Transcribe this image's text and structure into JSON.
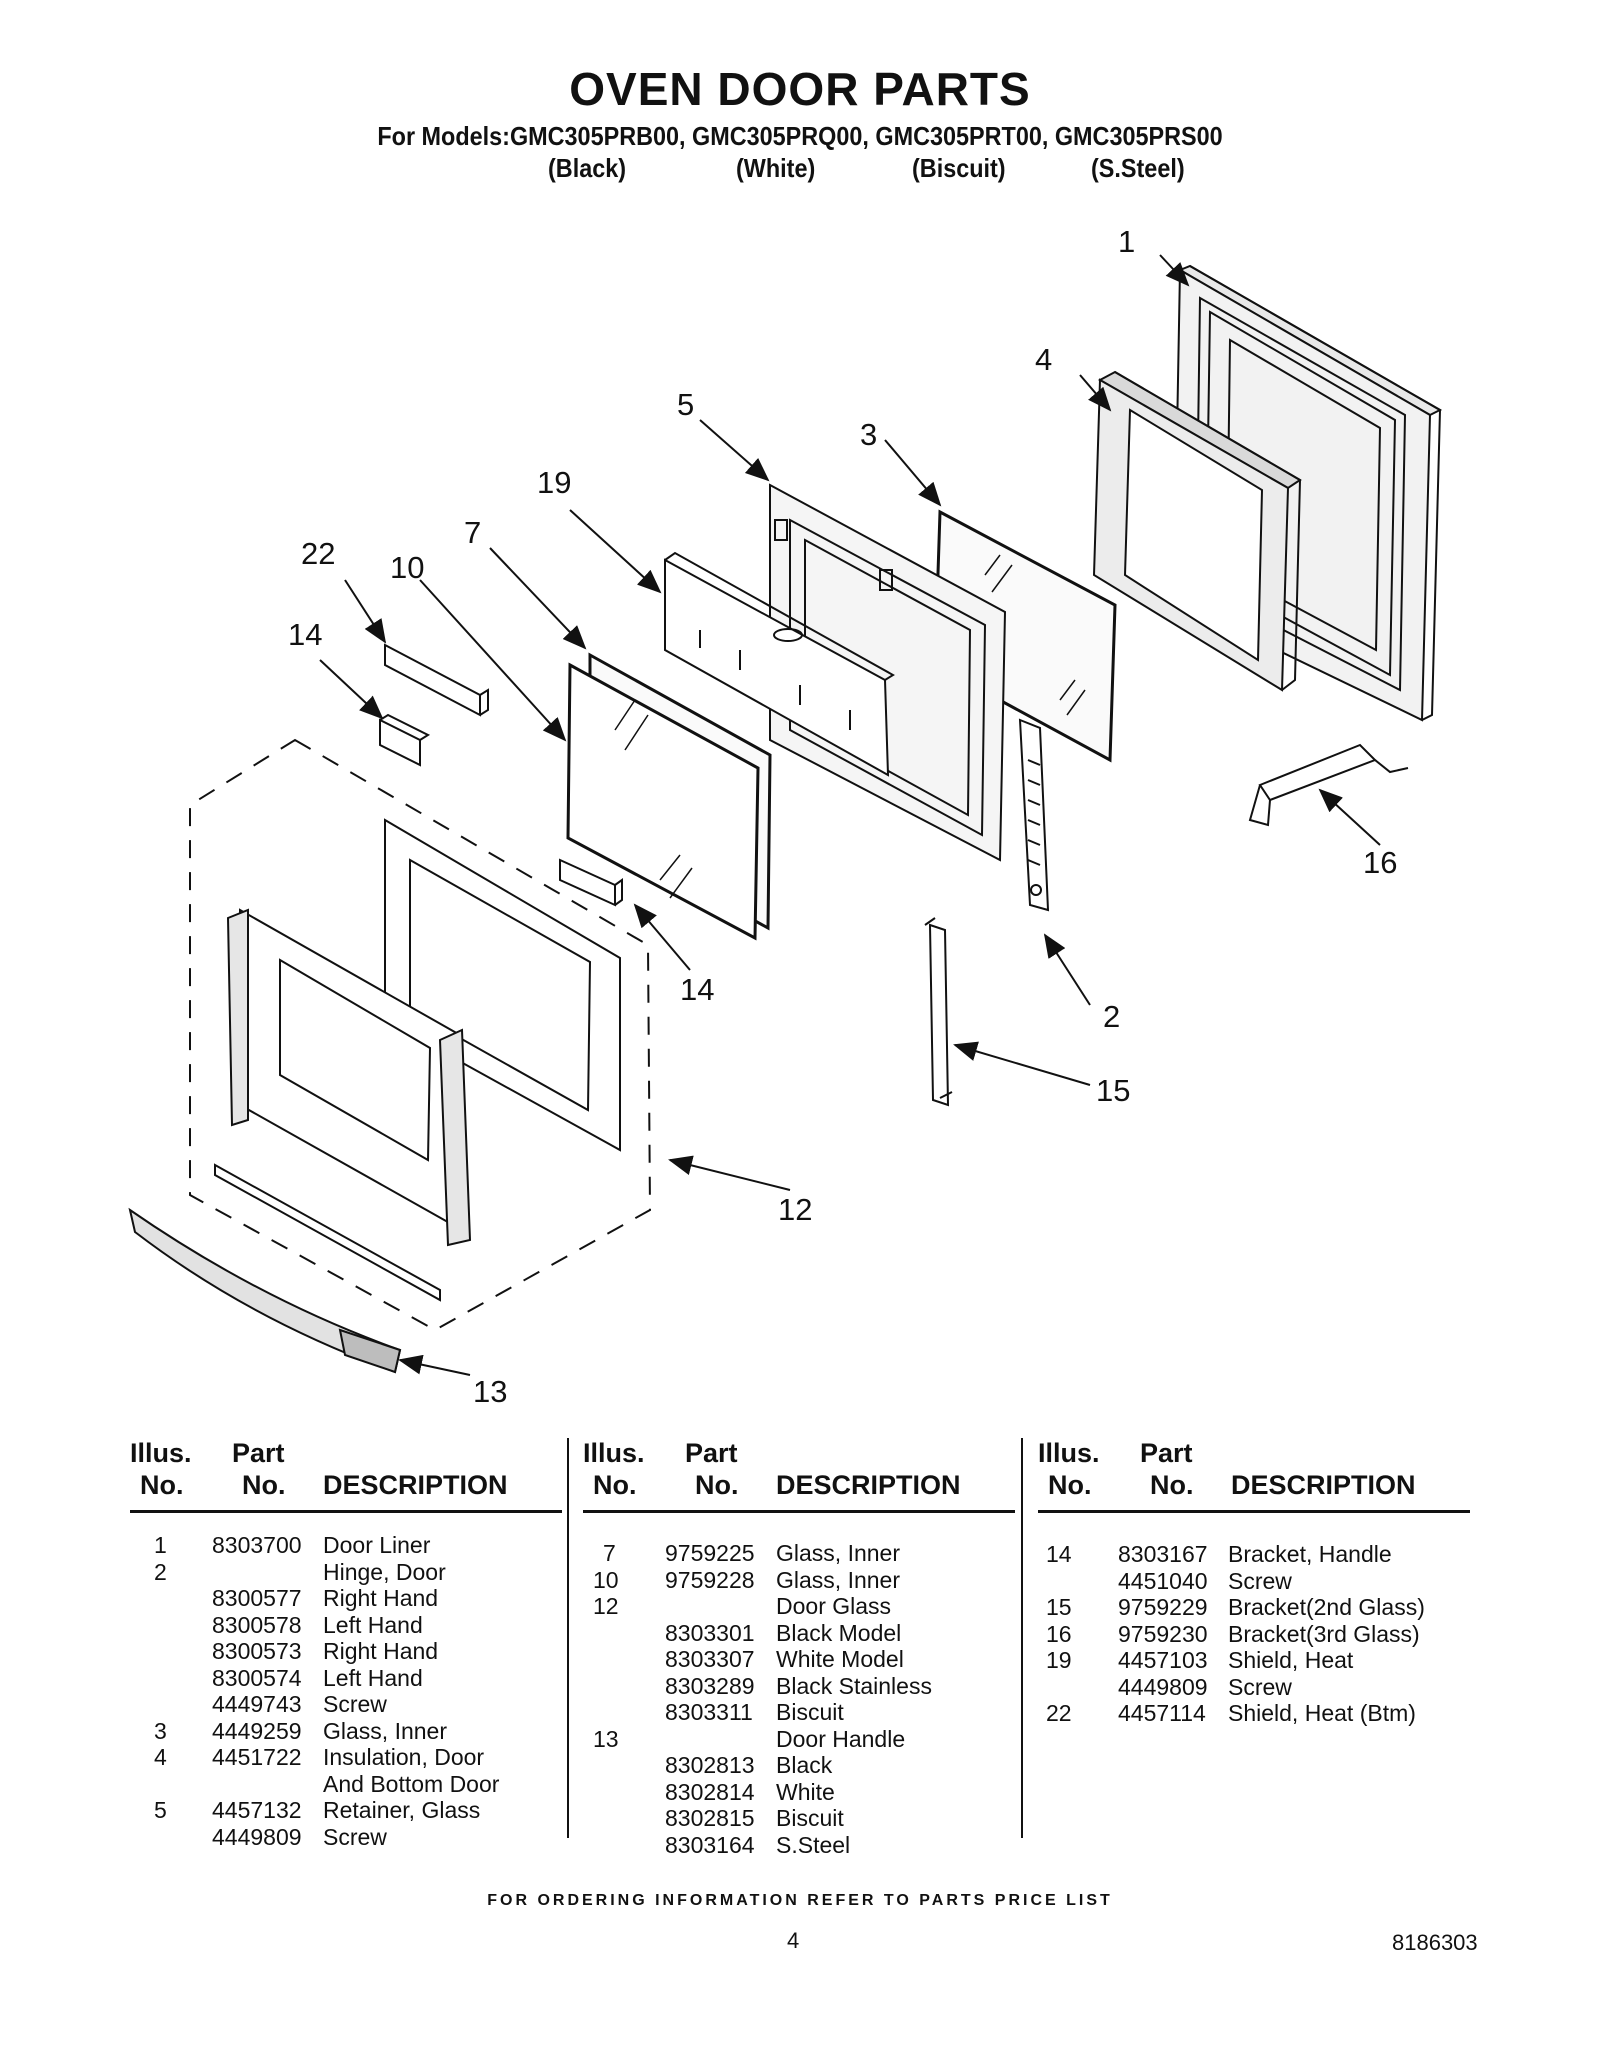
{
  "header": {
    "title": "OVEN DOOR PARTS",
    "models": "For Models:GMC305PRB00, GMC305PRQ00, GMC305PRT00, GMC305PRS00",
    "variants": [
      "(Black)",
      "(White)",
      "(Biscuit)",
      "(S.Steel)"
    ]
  },
  "diagram": {
    "callouts": {
      "c1": "1",
      "c4": "4",
      "c5": "5",
      "c3": "3",
      "c19": "19",
      "c7": "7",
      "c22": "22",
      "c10": "10",
      "c14a": "14",
      "c16": "16",
      "c14b": "14",
      "c2": "2",
      "c15": "15",
      "c12": "12",
      "c13": "13"
    }
  },
  "table": {
    "headers": {
      "illus_1": "Illus.",
      "illus_2": "No.",
      "part_1": "Part",
      "part_2": "No.",
      "description": "DESCRIPTION"
    },
    "columns": [
      [
        {
          "illus": "1",
          "part": "8303700",
          "desc": "Door Liner"
        },
        {
          "illus": "2",
          "part": "",
          "desc": "Hinge, Door"
        },
        {
          "illus": "",
          "part": "8300577",
          "desc": "Right Hand"
        },
        {
          "illus": "",
          "part": "8300578",
          "desc": "Left Hand"
        },
        {
          "illus": "",
          "part": "8300573",
          "desc": "Right Hand"
        },
        {
          "illus": "",
          "part": "8300574",
          "desc": "Left Hand"
        },
        {
          "illus": "",
          "part": "4449743",
          "desc": "Screw"
        },
        {
          "illus": "3",
          "part": "4449259",
          "desc": "Glass, Inner"
        },
        {
          "illus": "4",
          "part": "4451722",
          "desc": "Insulation, Door"
        },
        {
          "illus": "",
          "part": "",
          "desc": "And Bottom Door"
        },
        {
          "illus": "5",
          "part": "4457132",
          "desc": "Retainer, Glass"
        },
        {
          "illus": "",
          "part": "4449809",
          "desc": "Screw"
        }
      ],
      [
        {
          "illus": "7",
          "part": "9759225",
          "desc": "Glass, Inner"
        },
        {
          "illus": "10",
          "part": "9759228",
          "desc": "Glass, Inner"
        },
        {
          "illus": "12",
          "part": "",
          "desc": "Door Glass"
        },
        {
          "illus": "",
          "part": "8303301",
          "desc": "Black Model"
        },
        {
          "illus": "",
          "part": "8303307",
          "desc": "White Model"
        },
        {
          "illus": "",
          "part": "8303289",
          "desc": "Black Stainless"
        },
        {
          "illus": "",
          "part": "8303311",
          "desc": "Biscuit"
        },
        {
          "illus": "13",
          "part": "",
          "desc": "Door Handle"
        },
        {
          "illus": "",
          "part": "8302813",
          "desc": "Black"
        },
        {
          "illus": "",
          "part": "8302814",
          "desc": "White"
        },
        {
          "illus": "",
          "part": "8302815",
          "desc": "Biscuit"
        },
        {
          "illus": "",
          "part": "8303164",
          "desc": "S.Steel"
        }
      ],
      [
        {
          "illus": "14",
          "part": "8303167",
          "desc": "Bracket, Handle"
        },
        {
          "illus": "",
          "part": "4451040",
          "desc": "Screw"
        },
        {
          "illus": "15",
          "part": "9759229",
          "desc": "Bracket(2nd Glass)"
        },
        {
          "illus": "16",
          "part": "9759230",
          "desc": "Bracket(3rd Glass)"
        },
        {
          "illus": "19",
          "part": "4457103",
          "desc": "Shield, Heat"
        },
        {
          "illus": "",
          "part": "4449809",
          "desc": "Screw"
        },
        {
          "illus": "22",
          "part": "4457114",
          "desc": "Shield, Heat (Btm)"
        }
      ]
    ]
  },
  "footer": {
    "note": "FOR ORDERING INFORMATION REFER TO PARTS PRICE LIST",
    "page": "4",
    "doc_number": "8186303"
  }
}
